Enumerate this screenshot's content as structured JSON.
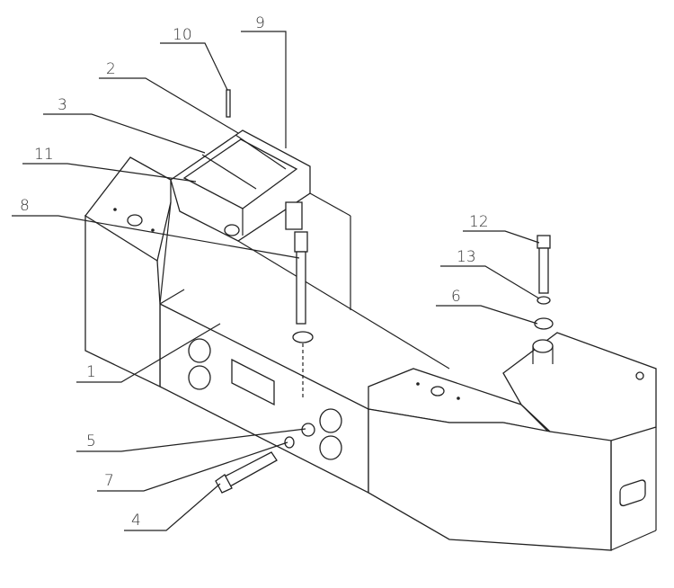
{
  "title": "Exploded assembly drawing",
  "callouts": [
    {
      "id": "10",
      "label": "10"
    },
    {
      "id": "9",
      "label": "9"
    },
    {
      "id": "2",
      "label": "2"
    },
    {
      "id": "3",
      "label": "3"
    },
    {
      "id": "11",
      "label": "11"
    },
    {
      "id": "8",
      "label": "8"
    },
    {
      "id": "12",
      "label": "12"
    },
    {
      "id": "13",
      "label": "13"
    },
    {
      "id": "6",
      "label": "6"
    },
    {
      "id": "1",
      "label": "1"
    },
    {
      "id": "5",
      "label": "5"
    },
    {
      "id": "7",
      "label": "7"
    },
    {
      "id": "4",
      "label": "4"
    }
  ]
}
